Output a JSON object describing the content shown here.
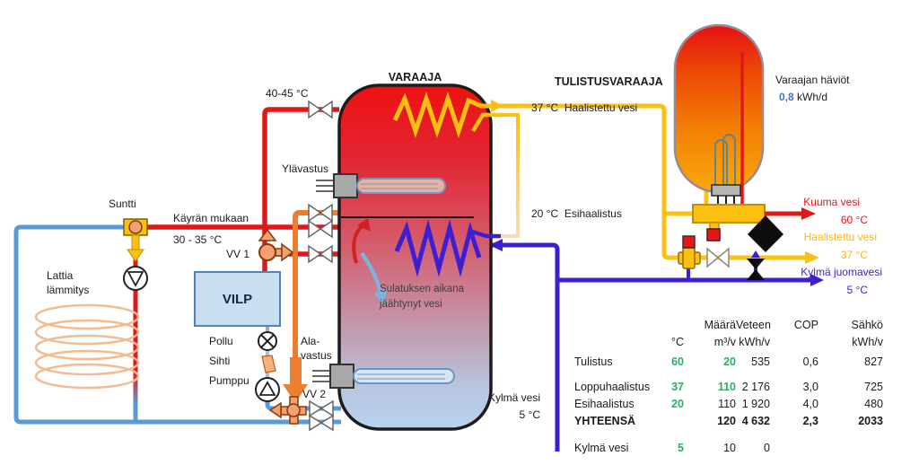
{
  "varaaja": {
    "title": "VARAAJA",
    "top_temp": "40-45 °C",
    "ylavastus": "Ylävastus",
    "alavastus_l1": "Ala-",
    "alavastus_l2": "vastus",
    "sulatuksen_l1": "Sulatuksen aikana",
    "sulatuksen_l2": "jäähtynyt vesi",
    "kylma_vesi": "Kylmä vesi",
    "kylma_temp": "5 °C"
  },
  "left_circuit": {
    "suntti": "Suntti",
    "kayran": "Käyrän mukaan",
    "kayran_temp": "30 - 35 °C",
    "vv1": "VV 1",
    "vv2": "VV 2",
    "lattia_l1": "Lattia",
    "lattia_l2": "lämmitys",
    "vilp": "VILP",
    "pollu": "Pollu",
    "sihti": "Sihti",
    "pumppu": "Pumppu"
  },
  "middle": {
    "haalistettu": "37 °C  Haalistettu vesi",
    "esihaalistus": "20 °C  Esihaalistus"
  },
  "tulistus": {
    "title": "TULISTUSVARAAJA",
    "haviot": "Varaajan häviöt",
    "haviot_value": "0,8",
    "haviot_unit": " kWh/d",
    "kuuma": "Kuuma vesi",
    "kuuma_temp": "60 °C",
    "haalistettu": "Haalistettu vesi",
    "haalistettu_temp": "37 °C",
    "juomavesi": "Kylmä juomavesi",
    "juomavesi_temp": "5 °C"
  },
  "table": {
    "header1": {
      "maara": "Määrä",
      "veteen": "Veteen",
      "cop": "COP",
      "sahko": "Sähkö"
    },
    "header2": {
      "c": "°C",
      "maara": "m³/v",
      "veteen": "kWh/v",
      "sahko": "kWh/v"
    },
    "rows": [
      {
        "label": "Tulistus",
        "c": "60",
        "maara": "20",
        "veteen": "535",
        "cop": "0,6",
        "sahko": "827"
      },
      {
        "label": "Loppuhaalistus",
        "c": "37",
        "maara": "110",
        "veteen": "2 176",
        "cop": "3,0",
        "sahko": "725"
      },
      {
        "label": "Esihaalistus",
        "c": "20",
        "maara": "110",
        "veteen": "1 920",
        "cop": "4,0",
        "sahko": "480"
      },
      {
        "label": "YHTEENSÄ",
        "c": "",
        "maara": "120",
        "veteen": "4 632",
        "cop": "2,3",
        "sahko": "2033"
      },
      {
        "label": "Kylmä vesi",
        "c": "5",
        "maara": "10",
        "veteen": "0",
        "cop": "",
        "sahko": ""
      }
    ]
  },
  "colors": {
    "pipe_red": "#e01818",
    "pipe_orange": "#ed7d31",
    "pipe_blue": "#5b9bd5",
    "pipe_cold_purple": "#3d1fd1",
    "pipe_yellow": "#fcc010",
    "table_green": "#2eac66",
    "value_blue": "#4472c4"
  }
}
